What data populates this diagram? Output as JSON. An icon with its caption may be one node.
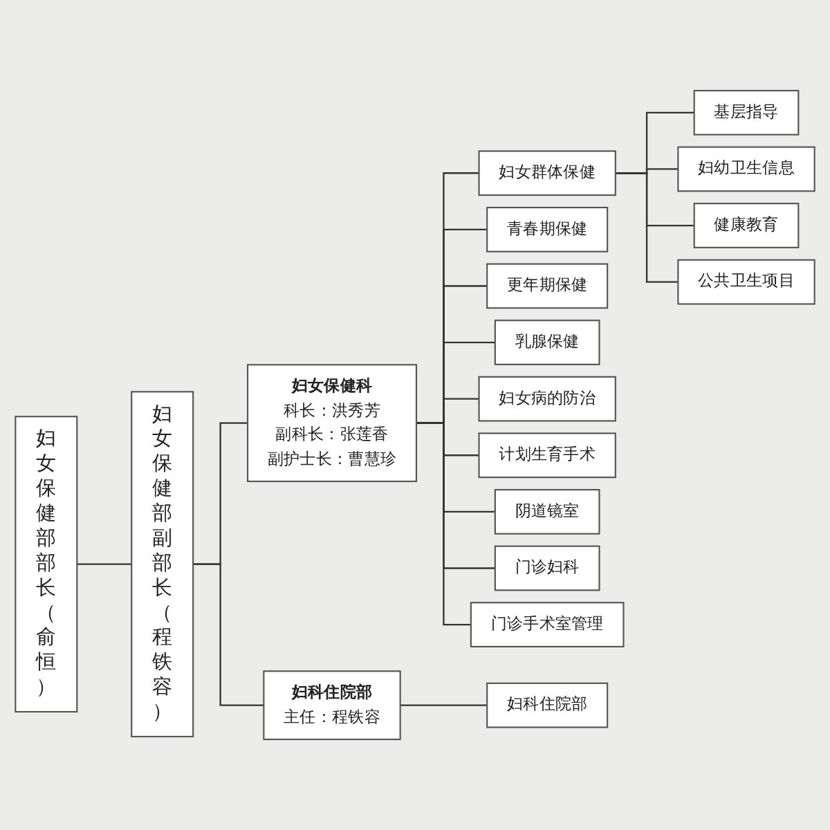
{
  "diagram": {
    "nodes": [
      {
        "text": [
          "妇女保健部部长（俞恒）"
        ]
      },
      {
        "text": [
          "妇女保健部副部长（程铁容）"
        ]
      },
      {
        "text": [
          "妇女保健科",
          "科长：洪秀芳",
          "副科长：张莲香",
          "副护士长：曹慧珍"
        ]
      },
      {
        "text": [
          "妇女群体保健"
        ]
      },
      {
        "text": [
          "基层指导"
        ]
      },
      {
        "text": [
          "妇幼卫生信息"
        ]
      },
      {
        "text": [
          "健康教育"
        ]
      },
      {
        "text": [
          "公共卫生项目"
        ]
      },
      {
        "text": [
          "青春期保健"
        ]
      },
      {
        "text": [
          "更年期保健"
        ]
      },
      {
        "text": [
          "乳腺保健"
        ]
      },
      {
        "text": [
          "妇女病的防治"
        ]
      },
      {
        "text": [
          "计划生育手术"
        ]
      },
      {
        "text": [
          "阴道镜室"
        ]
      },
      {
        "text": [
          "门诊妇科"
        ]
      },
      {
        "text": [
          "门诊手术室管理"
        ]
      },
      {
        "text": [
          "妇科住院部",
          "主任：程铁容"
        ]
      },
      {
        "text": [
          "妇科住院部"
        ]
      }
    ],
    "edges": [
      {
        "from": 0,
        "to": 1,
        "arrow": "none"
      },
      {
        "from": 1,
        "to": 2,
        "arrow": "none"
      },
      {
        "from": 1,
        "to": 16,
        "arrow": "none"
      },
      {
        "from": 2,
        "to": 3,
        "arrow": "none"
      },
      {
        "from": 3,
        "to": 4,
        "arrow": "none"
      },
      {
        "from": 3,
        "to": 5,
        "arrow": "none"
      },
      {
        "from": 3,
        "to": 6,
        "arrow": "none"
      },
      {
        "from": 3,
        "to": 7,
        "arrow": "none"
      },
      {
        "from": 2,
        "to": 8,
        "arrow": "none"
      },
      {
        "from": 2,
        "to": 9,
        "arrow": "none"
      },
      {
        "from": 2,
        "to": 10,
        "arrow": "none"
      },
      {
        "from": 2,
        "to": 11,
        "arrow": "none"
      },
      {
        "from": 2,
        "to": 12,
        "arrow": "none"
      },
      {
        "from": 2,
        "to": 13,
        "arrow": "none"
      },
      {
        "from": 2,
        "to": 14,
        "arrow": "none"
      },
      {
        "from": 2,
        "to": 15,
        "arrow": "none"
      },
      {
        "from": 16,
        "to": 17,
        "arrow": "none"
      }
    ]
  }
}
